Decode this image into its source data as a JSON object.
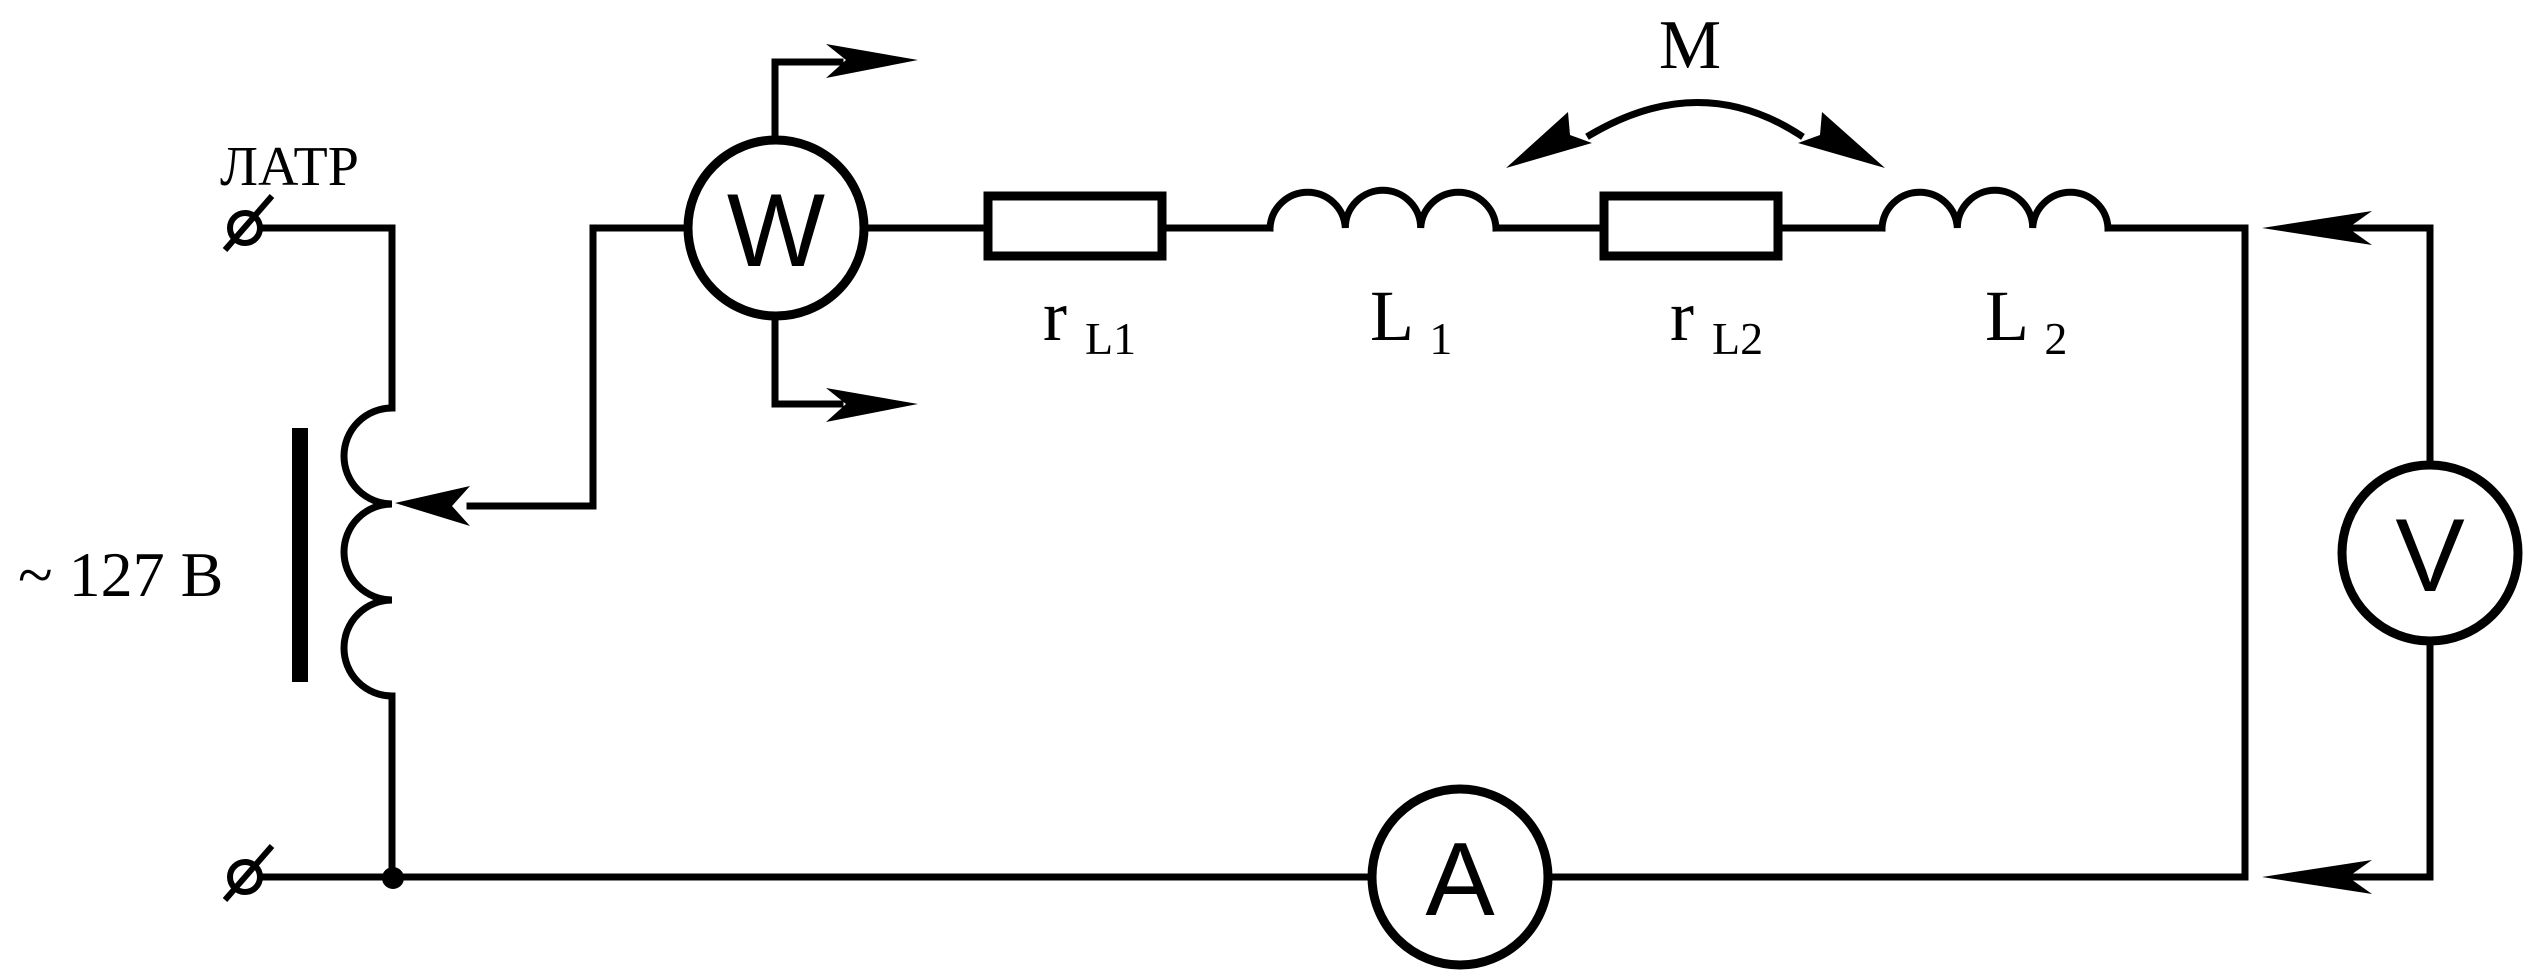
{
  "labels": {
    "autotransformer": "ЛАТР",
    "supply": "~ 127 В",
    "mutual": "M",
    "r1_base": "r",
    "r1_sub": "L1",
    "l1_base": "L",
    "l1_sub": "1",
    "r2_base": "r",
    "r2_sub": "L2",
    "l2_base": "L",
    "l2_sub": "2"
  },
  "meters": {
    "wattmeter": "W",
    "ammeter": "A",
    "voltmeter": "V"
  }
}
